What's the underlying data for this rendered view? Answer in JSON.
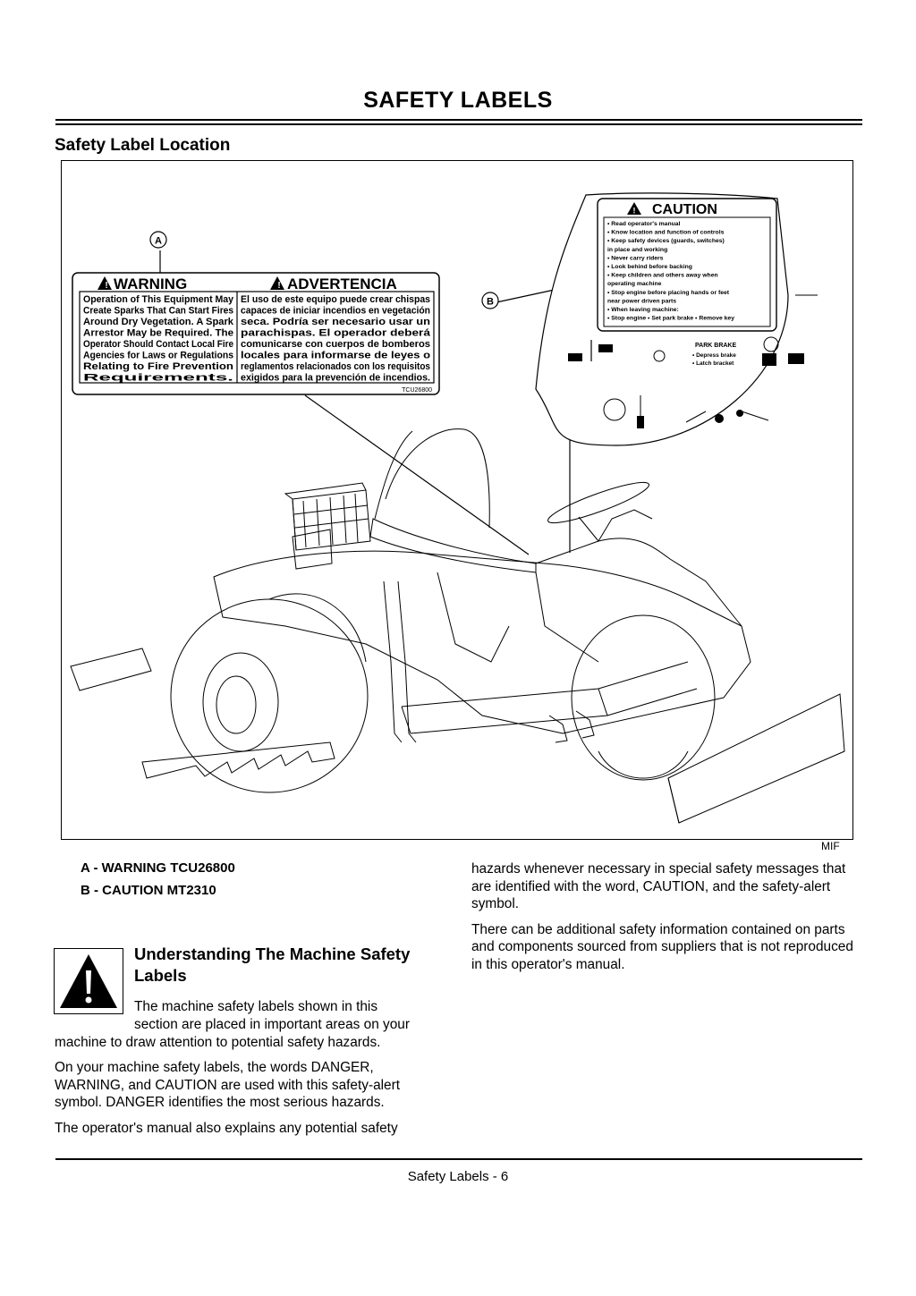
{
  "page": {
    "title": "SAFETY LABELS",
    "section_heading": "Safety Label Location",
    "figure_id": "MIF",
    "footer": "Safety Labels - 6"
  },
  "figure": {
    "callout_a": "A",
    "callout_b": "B",
    "warning_label": {
      "heading_en": "WARNING",
      "heading_es": "ADVERTENCIA",
      "lines_en": [
        "Operation of This Equipment May",
        "Create Sparks That Can Start Fires",
        "Around Dry Vegetation. A Spark",
        "Arrestor May be Required. The",
        "Operator Should Contact Local Fire",
        "Agencies for Laws or Regulations",
        "Relating to Fire Prevention",
        "Requirements."
      ],
      "lines_es": [
        "El uso de este equipo puede crear chispas",
        "capaces de iniciar incendios en vegetación",
        "seca. Podría ser necesario usar un",
        "parachispas. El operador deberá",
        "comunicarse con cuerpos de bomberos",
        "locales para informarse de leyes o",
        "reglamentos relacionados con los requisitos",
        "exigidos para la prevención de incendios."
      ],
      "part_number": "TCU26800"
    },
    "caution_label": {
      "heading": "CAUTION",
      "lines": [
        "• Read operator's manual",
        "• Know location and function of controls",
        "• Keep safety devices (guards, switches)",
        "  in place and working",
        "• Never carry riders",
        "• Look behind before backing",
        "• Keep children and others away when",
        "  operating machine",
        "• Stop engine before placing hands or feet",
        "  near power driven parts",
        "• When leaving machine:",
        "• Stop engine • Set park brake • Remove key"
      ],
      "park_brake_title": "PARK BRAKE",
      "park_brake_lines": [
        "• Depress brake",
        "• Latch bracket"
      ]
    }
  },
  "callouts": [
    "A  - WARNING TCU26800",
    "B  - CAUTION MT2310"
  ],
  "understanding": {
    "heading": "Understanding The Machine Safety Labels",
    "p1_part1": "The machine safety labels shown in this",
    "p1_part2": "section are placed in important areas on your",
    "p1_part3": "machine to draw attention to potential safety hazards.",
    "p2": "On your machine safety labels, the words DANGER, WARNING, and CAUTION are used with this safety-alert symbol. DANGER identifies the most serious hazards.",
    "p3": "The operator's manual also explains any potential safety"
  },
  "right_column": {
    "p1": "hazards whenever necessary in special safety messages that are identified with the word, CAUTION, and the safety-alert symbol.",
    "p2": "There can be additional safety information contained on parts and components sourced from suppliers that is not reproduced in this operator's manual."
  }
}
